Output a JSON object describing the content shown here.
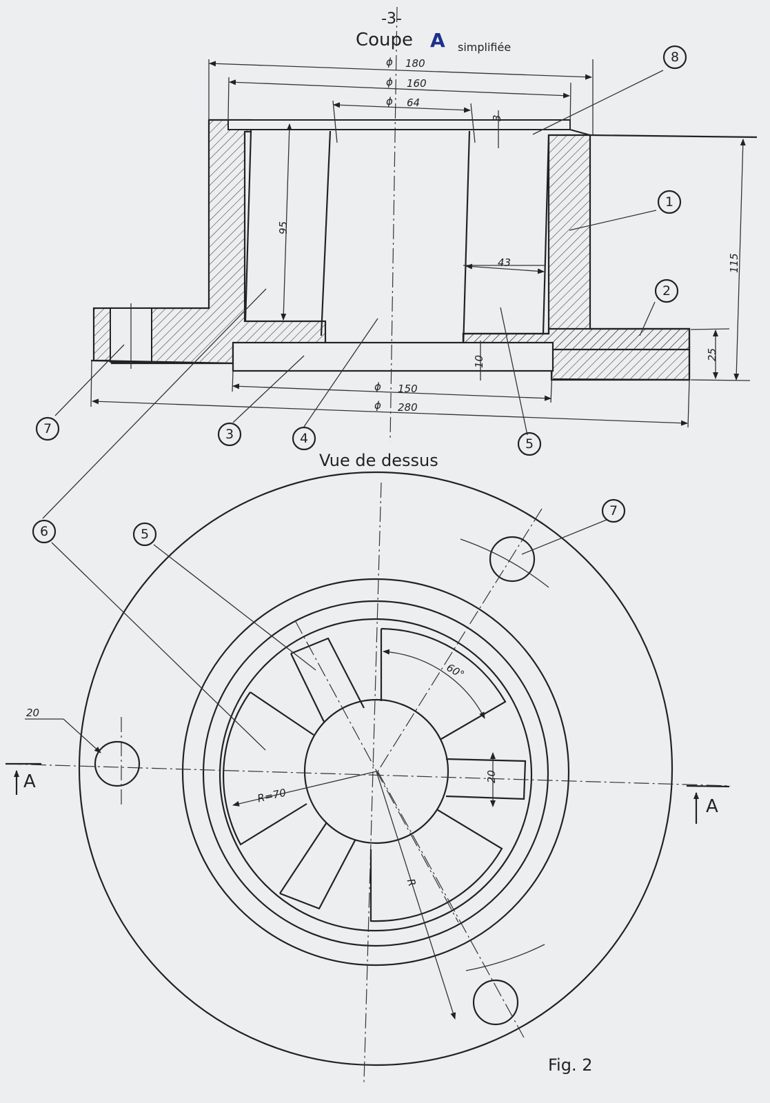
{
  "page_number": "-3-",
  "section_title": {
    "word": "Coupe",
    "letter": "A",
    "suffix": "simplifiée"
  },
  "top_view_title": "Vue de dessus",
  "figure_caption": "Fig. 2",
  "section_marks": [
    "A",
    "A"
  ],
  "dimensions": {
    "d180": "180",
    "d160": "160",
    "d64": "64",
    "d150": "150",
    "d280": "280",
    "h3": "3",
    "h95": "95",
    "h115": "115",
    "h25": "25",
    "h10": "10",
    "w43": "43",
    "hole20": "20",
    "slot20": "20",
    "angle60": "60°",
    "r70": "R=70",
    "r": "R"
  },
  "part_callouts": {
    "c1": "1",
    "c2": "2",
    "c3": "3",
    "c4": "4",
    "c5": "5",
    "c6": "6",
    "c7": "7",
    "c8": "8",
    "tv_c5": "5",
    "tv_c6": "6",
    "tv_c7": "7"
  },
  "symbols": {
    "diameter": "ϕ"
  },
  "colors": {
    "paper": "#eceef0",
    "ink": "#222222",
    "section_letter": "#1c2f8c"
  }
}
